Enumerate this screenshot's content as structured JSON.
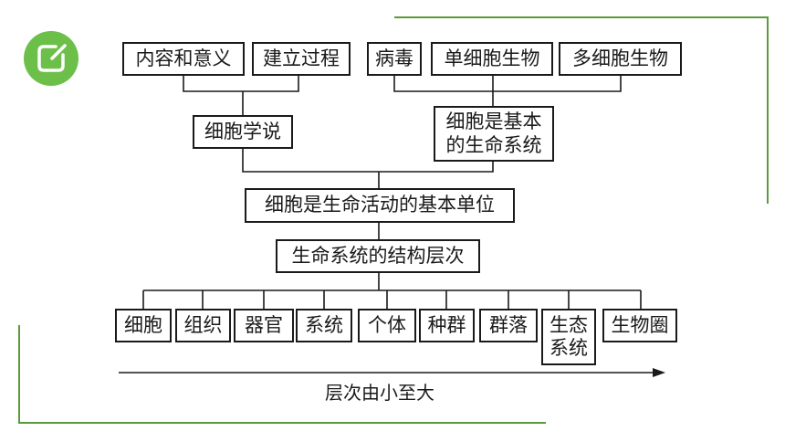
{
  "slide": {
    "logo_icon": "edit-note-icon",
    "accent_color": "#6cc04a",
    "frame_color": "#5a9a3a"
  },
  "diagram": {
    "top_left": [
      "内容和意义",
      "建立过程"
    ],
    "top_right": [
      "病毒",
      "单细胞生物",
      "多细胞生物"
    ],
    "cell_theory": "细胞学说",
    "basic_system": [
      "细胞是基本",
      "的生命系统"
    ],
    "basic_unit": "细胞是生命活动的基本单位",
    "hierarchy_title": "生命系统的结构层次",
    "levels": [
      "细胞",
      "组织",
      "器官",
      "系统",
      "个体",
      "种群",
      "群落",
      "生态",
      "系统",
      "生物圈"
    ],
    "axis_label": "层次由小至大"
  }
}
